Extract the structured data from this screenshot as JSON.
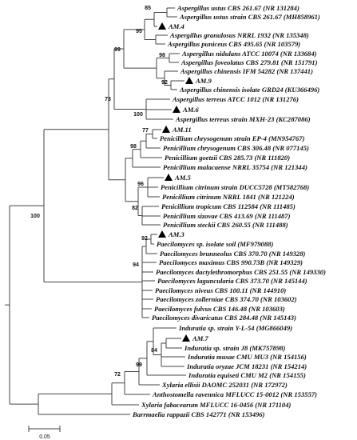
{
  "scale_bar_label": "0.05",
  "tree": {
    "bootstrap": [
      {
        "id": "b85",
        "text": "85"
      },
      {
        "id": "b95",
        "text": "95"
      },
      {
        "id": "b99a",
        "text": "99"
      },
      {
        "id": "b98a",
        "text": "98"
      },
      {
        "id": "b92a",
        "text": "92"
      },
      {
        "id": "b73",
        "text": "73"
      },
      {
        "id": "b100a",
        "text": "100"
      },
      {
        "id": "b77",
        "text": "77"
      },
      {
        "id": "b98b",
        "text": "98"
      },
      {
        "id": "b96",
        "text": "96"
      },
      {
        "id": "b82",
        "text": "82"
      },
      {
        "id": "b100b",
        "text": "100"
      },
      {
        "id": "b92b",
        "text": "92"
      },
      {
        "id": "b94",
        "text": "94"
      },
      {
        "id": "b84",
        "text": "84"
      },
      {
        "id": "b99b",
        "text": "99"
      },
      {
        "id": "b72",
        "text": "72"
      }
    ],
    "leaves": [
      {
        "label": "Aspergillus ustus CBS 261.67 (NR 131284)",
        "marked": false
      },
      {
        "label": "Aspergillus ustus strain CBS 261.67 (MH858961)",
        "marked": false
      },
      {
        "label": "AM.4",
        "marked": true
      },
      {
        "label": "Aspergillus granulosus NRRL 1932 (NR 135348)",
        "marked": false
      },
      {
        "label": "Aspergillus puniceus CBS 495.65 (NR 103579)",
        "marked": false
      },
      {
        "label": "Aspergillus nidulans ATCC 10074 (NR 133684)",
        "marked": false
      },
      {
        "label": "Aspergillus foveolatus CBS 279.81 (NR 151791)",
        "marked": false
      },
      {
        "label": "Aspergillus chinensis IFM 54282 (NR 137441)",
        "marked": false
      },
      {
        "label": "AM.9",
        "marked": true
      },
      {
        "label": "Aspergillus chinensis isolate GRD24 (KU366496)",
        "marked": false
      },
      {
        "label": "Aspergillus terreus ATCC 1012 (NR 131276)",
        "marked": false
      },
      {
        "label": "AM.6",
        "marked": true
      },
      {
        "label": "Aspergillus terreus strain MXH-23 (KC287086)",
        "marked": false
      },
      {
        "label": "AM.11",
        "marked": true
      },
      {
        "label": "Penicillium chrysogenum strain EP-4 (MN954767)",
        "marked": false
      },
      {
        "label": "Penicillium chrysogenum CBS 306.48 (NR 077145)",
        "marked": false
      },
      {
        "label": "Penicillium goetzii CBS 285.73 (NR 111820)",
        "marked": false
      },
      {
        "label": "Penicillium malacaense NRRL 35754 (NR 121344)",
        "marked": false
      },
      {
        "label": "AM.5",
        "marked": true
      },
      {
        "label": "Penicillium citrinum strain DUCC5728 (MT582768)",
        "marked": false
      },
      {
        "label": "Penicillium citrinum NRRL 1841 (NR 121224)",
        "marked": false
      },
      {
        "label": "Penicillium tropicum CBS 112584 (NR 111485)",
        "marked": false
      },
      {
        "label": "Penicillium sizovae CBS 413.69 (NR 111487)",
        "marked": false
      },
      {
        "label": "Penicillium steckii CBS 260.55 (NR 111488)",
        "marked": false
      },
      {
        "label": "AM.3",
        "marked": true
      },
      {
        "label": "Paecilomyces sp. isolate soil (MF979088)",
        "marked": false
      },
      {
        "label": "Paecilomyces brunneolus CBS 370.70 (NR 149328)",
        "marked": false
      },
      {
        "label": "Paecilomyces maximus CBS 990.73B (NR 149329)",
        "marked": false
      },
      {
        "label": "Paecilomyces dactylethromorphus CBS 251.55 (NR 149330)",
        "marked": false
      },
      {
        "label": "Paecilomyces laguncularia CBS 373.70 (NR 145144)",
        "marked": false
      },
      {
        "label": "Paecilomyces niveus CBS 100.11 (NR 144910)",
        "marked": false
      },
      {
        "label": "Paecilomyces zollerniae CBS 374.70 (NR 103602)",
        "marked": false
      },
      {
        "label": "Paecilomyces fulvus CBS 146.48 (NR 103603)",
        "marked": false
      },
      {
        "label": "Paecilomyces divaricatus CBS 284.48 (NR 145143)",
        "marked": false
      },
      {
        "label": "Induratia sp. strain Y-L-54 (MG866049)",
        "marked": false
      },
      {
        "label": "AM.7",
        "marked": true
      },
      {
        "label": "Induratia sp. strain J8 (MK757898)",
        "marked": false
      },
      {
        "label": "Induratia musae CMU MU3 (NR 154156)",
        "marked": false
      },
      {
        "label": "Induratia oryzae JCM 18231 (NR 154214)",
        "marked": false
      },
      {
        "label": "Induratia equiseti CMU M2 (NR 154155)",
        "marked": false
      },
      {
        "label": "Xylaria ellisii DAOMC 252031 (NR 172972)",
        "marked": false
      },
      {
        "label": "Anthostomella ravennica MFLUCC 15-0012 (NR 153557)",
        "marked": false
      },
      {
        "label": "Xylaria fabacearum MFLUCC 16-0456 (NR 171104)",
        "marked": false
      },
      {
        "label": "Barrmaelia rappazii CBS 142771 (NR 153496)",
        "marked": false
      }
    ]
  }
}
